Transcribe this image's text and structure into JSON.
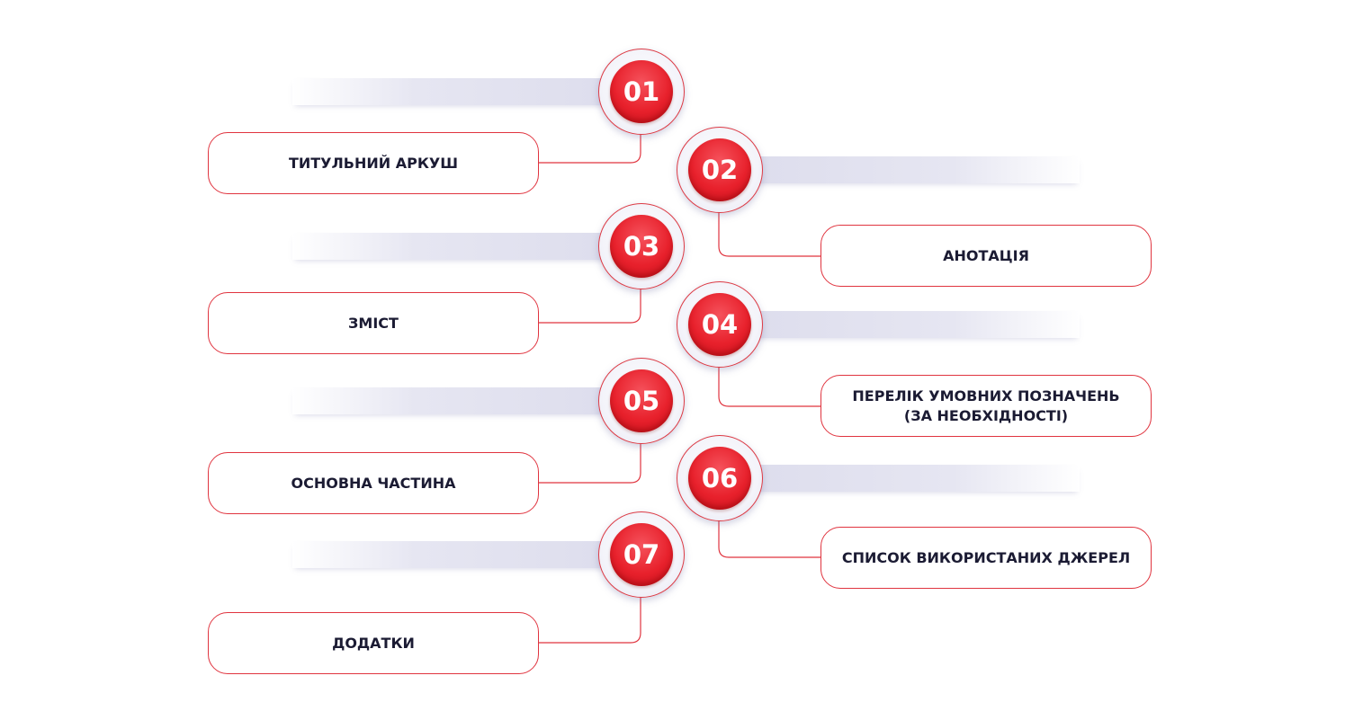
{
  "steps": [
    {
      "number": "01",
      "label": "ТИТУЛЬНИЙ АРКУШ"
    },
    {
      "number": "02",
      "label": "АНОТАЦІЯ"
    },
    {
      "number": "03",
      "label": "ЗМІСТ"
    },
    {
      "number": "04",
      "label": "ПЕРЕЛІК УМОВНИХ ПОЗНАЧЕНЬ\n(ЗА НЕОБХІДНОСТІ)"
    },
    {
      "number": "05",
      "label": "ОСНОВНА ЧАСТИНА"
    },
    {
      "number": "06",
      "label": "СПИСОК ВИКОРИСТАНИХ ДЖЕРЕЛ"
    },
    {
      "number": "07",
      "label": "ДОДАТКИ"
    }
  ],
  "colors": {
    "accent": "#e8212c",
    "text": "#1b1b33",
    "band": "#e6e6f2"
  }
}
